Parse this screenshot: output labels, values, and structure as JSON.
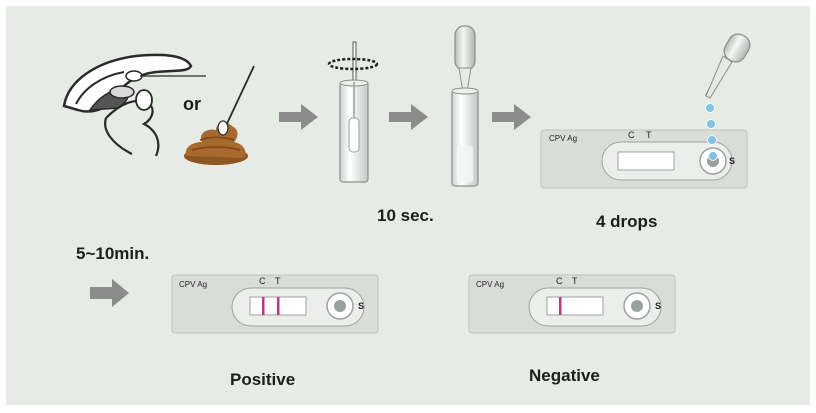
{
  "steps": {
    "or_label": "or",
    "mix_time": "10 sec.",
    "drops": "4 drops",
    "wait_time": "5~10min."
  },
  "cards": {
    "name": "CPV Ag",
    "control": "C",
    "test": "T",
    "sample": "S"
  },
  "results": {
    "positive": "Positive",
    "negative": "Negative"
  },
  "colors": {
    "background": "#e7ebe5",
    "arrow": "#8c8c8c",
    "card": "#d9dcd9",
    "line": "#c8327a",
    "drop": "#7fc4e4",
    "stool": "#a8692e"
  }
}
